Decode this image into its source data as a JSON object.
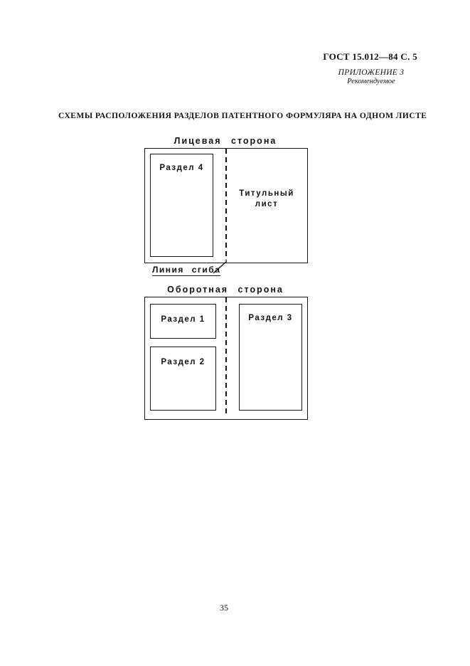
{
  "page": {
    "header_ref": "ГОСТ 15.012—84 С. 5",
    "appendix_label": "ПРИЛОЖЕНИЕ 3",
    "appendix_note": "Рекомендуемое",
    "title": "СХЕМЫ РАСПОЛОЖЕНИЯ РАЗДЕЛОВ ПАТЕНТНОГО ФОРМУЛЯРА НА ОДНОМ ЛИСТЕ",
    "page_number": "35"
  },
  "front_diagram": {
    "caption": "Лицевая сторона",
    "section4_label": "Раздел 4",
    "title_sheet_line1": "Титульный",
    "title_sheet_line2": "лист"
  },
  "fold": {
    "label": "Линия сгиба"
  },
  "back_diagram": {
    "caption": "Оборотная сторона",
    "section1_label": "Раздел 1",
    "section2_label": "Раздел 2",
    "section3_label": "Раздел 3"
  }
}
